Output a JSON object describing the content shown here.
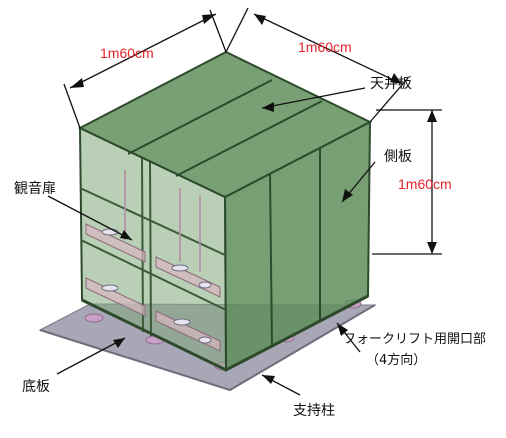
{
  "dimensions": {
    "width_left": "1m60cm",
    "width_right": "1m60cm",
    "height": "1m60cm"
  },
  "labels": {
    "ceiling_plate": "天井板",
    "side_plate": "側板",
    "door": "観音扉",
    "forklift_opening_line1": "フォークリフト用開口部",
    "forklift_opening_line2": "（4方向）",
    "bottom_plate": "底板",
    "support_column": "支持柱"
  },
  "colors": {
    "dimension_text": "#e4232b",
    "panel_green": "#5d8a5a",
    "base_plate": "#a7a6b3",
    "support_pink": "#c9a0c6"
  }
}
